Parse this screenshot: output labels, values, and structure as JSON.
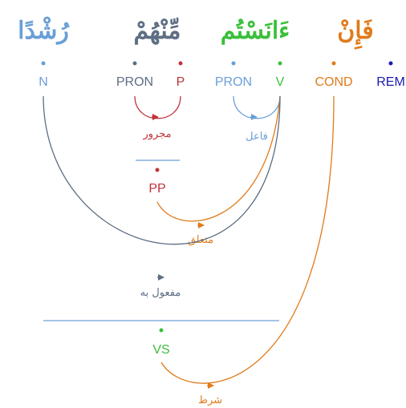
{
  "words": [
    {
      "id": "w1",
      "text": "فَإِنْ",
      "color": "#e07b1a"
    },
    {
      "id": "w2",
      "text": "ءَانَسْتُم",
      "color": "#3bbf3b"
    },
    {
      "id": "w3",
      "text": "مِّنْهُمْ",
      "color": "#5e6e84"
    },
    {
      "id": "w4",
      "text": "رُشْدًا",
      "color": "#6a9fd6"
    }
  ],
  "tags": [
    {
      "id": "t-rem",
      "text": "REM",
      "color": "#1a1ab0"
    },
    {
      "id": "t-cond",
      "text": "COND",
      "color": "#e07b1a"
    },
    {
      "id": "t-v",
      "text": "V",
      "color": "#3bbf3b"
    },
    {
      "id": "t-pron1",
      "text": "PRON",
      "color": "#6a9fd6"
    },
    {
      "id": "t-p",
      "text": "P",
      "color": "#c0333a"
    },
    {
      "id": "t-pron2",
      "text": "PRON",
      "color": "#5e6e84"
    },
    {
      "id": "t-n",
      "text": "N",
      "color": "#6a9fd6"
    },
    {
      "id": "t-pp",
      "text": "PP",
      "color": "#c0333a"
    },
    {
      "id": "t-vs",
      "text": "VS",
      "color": "#3bbf3b"
    }
  ],
  "relations": [
    {
      "id": "r-fail",
      "text": "فاعل",
      "color": "#6a9fd6"
    },
    {
      "id": "r-majrur",
      "text": "مجرور",
      "color": "#c0333a"
    },
    {
      "id": "r-mutaalliq",
      "text": "متعلق",
      "color": "#e07b1a"
    },
    {
      "id": "r-mafool",
      "text": "مفعول به",
      "color": "#5e6e84"
    },
    {
      "id": "r-shart",
      "text": "شرط",
      "color": "#e07b1a"
    }
  ],
  "colors": {
    "orange": "#e07b1a",
    "green": "#3bbf3b",
    "grey": "#5e6e84",
    "lightblue": "#6a9fd6",
    "red": "#c0333a",
    "navy": "#1a1ab0"
  }
}
